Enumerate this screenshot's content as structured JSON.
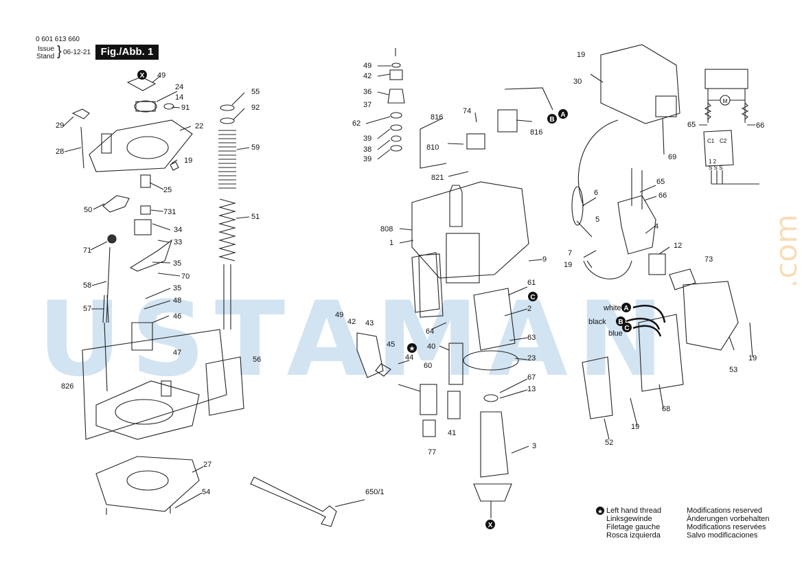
{
  "header": {
    "part_number": "0 601 613 660",
    "issue_label": "Issue",
    "stand_label": "Stand",
    "date": "06-12-21",
    "figure": "Fig./Abb. 1"
  },
  "watermark": {
    "text": "USTAMAN",
    "suffix": ".com",
    "color": "#9cc4e4"
  },
  "callouts": {
    "c49a": "49",
    "c24": "24",
    "c14": "14",
    "c91": "91",
    "c29": "29",
    "c22": "22",
    "c28": "28",
    "c19a": "19",
    "c25": "25",
    "c50": "50",
    "c731": "731",
    "c34": "34",
    "c33": "33",
    "c71": "71",
    "c35a": "35",
    "c58": "58",
    "c70": "70",
    "c35b": "35",
    "c48": "48",
    "c57": "57",
    "c46": "46",
    "c47": "47",
    "c826": "826",
    "c55": "55",
    "c92": "92",
    "c59": "59",
    "c51": "51",
    "c56": "56",
    "c27": "27",
    "c54": "54",
    "c6501": "650/1",
    "c49b": "49",
    "c42a": "42",
    "c36": "36",
    "c37": "37",
    "c62": "62",
    "c39a": "39",
    "c38": "38",
    "c39b": "39",
    "c816a": "816",
    "c74": "74",
    "c816b": "816",
    "c810": "810",
    "c821": "821",
    "c808": "808",
    "c1": "1",
    "c6": "6",
    "c65a": "65",
    "c66a": "66",
    "c5": "5",
    "c7": "7",
    "c19b": "19",
    "c4": "4",
    "c12": "12",
    "c73": "73",
    "c9": "9",
    "c61": "61",
    "c2": "2",
    "c64": "64",
    "c63": "63",
    "c40": "40",
    "c23": "23",
    "c49c": "49",
    "c42b": "42",
    "c43": "43",
    "c45": "45",
    "c44": "44",
    "c60": "60",
    "c67": "67",
    "c13": "13",
    "c41": "41",
    "c77": "77",
    "c3": "3",
    "c19c": "19",
    "c30": "30",
    "c69": "69",
    "c65b": "65",
    "c66b": "66",
    "c53": "53",
    "c19d": "19",
    "c68": "68",
    "c52": "52",
    "c19e": "19"
  },
  "markers": {
    "a": "A",
    "b": "B",
    "c": "C",
    "x": "X"
  },
  "wires": {
    "white": "white",
    "black": "black",
    "blue": "blue"
  },
  "circuit": {
    "c1": "C1",
    "c2": "C2",
    "term": "1 2",
    "motor": "M",
    "ss": "S S S"
  },
  "legend": {
    "thread": [
      "Left hand thread",
      "Linksgewinde",
      "Filetage gauche",
      "Rosca izquierda"
    ],
    "mods": [
      "Modifications reserved",
      "Änderungen vorbehalten",
      "Modifications reservées",
      "Salvo modificaciones"
    ]
  }
}
